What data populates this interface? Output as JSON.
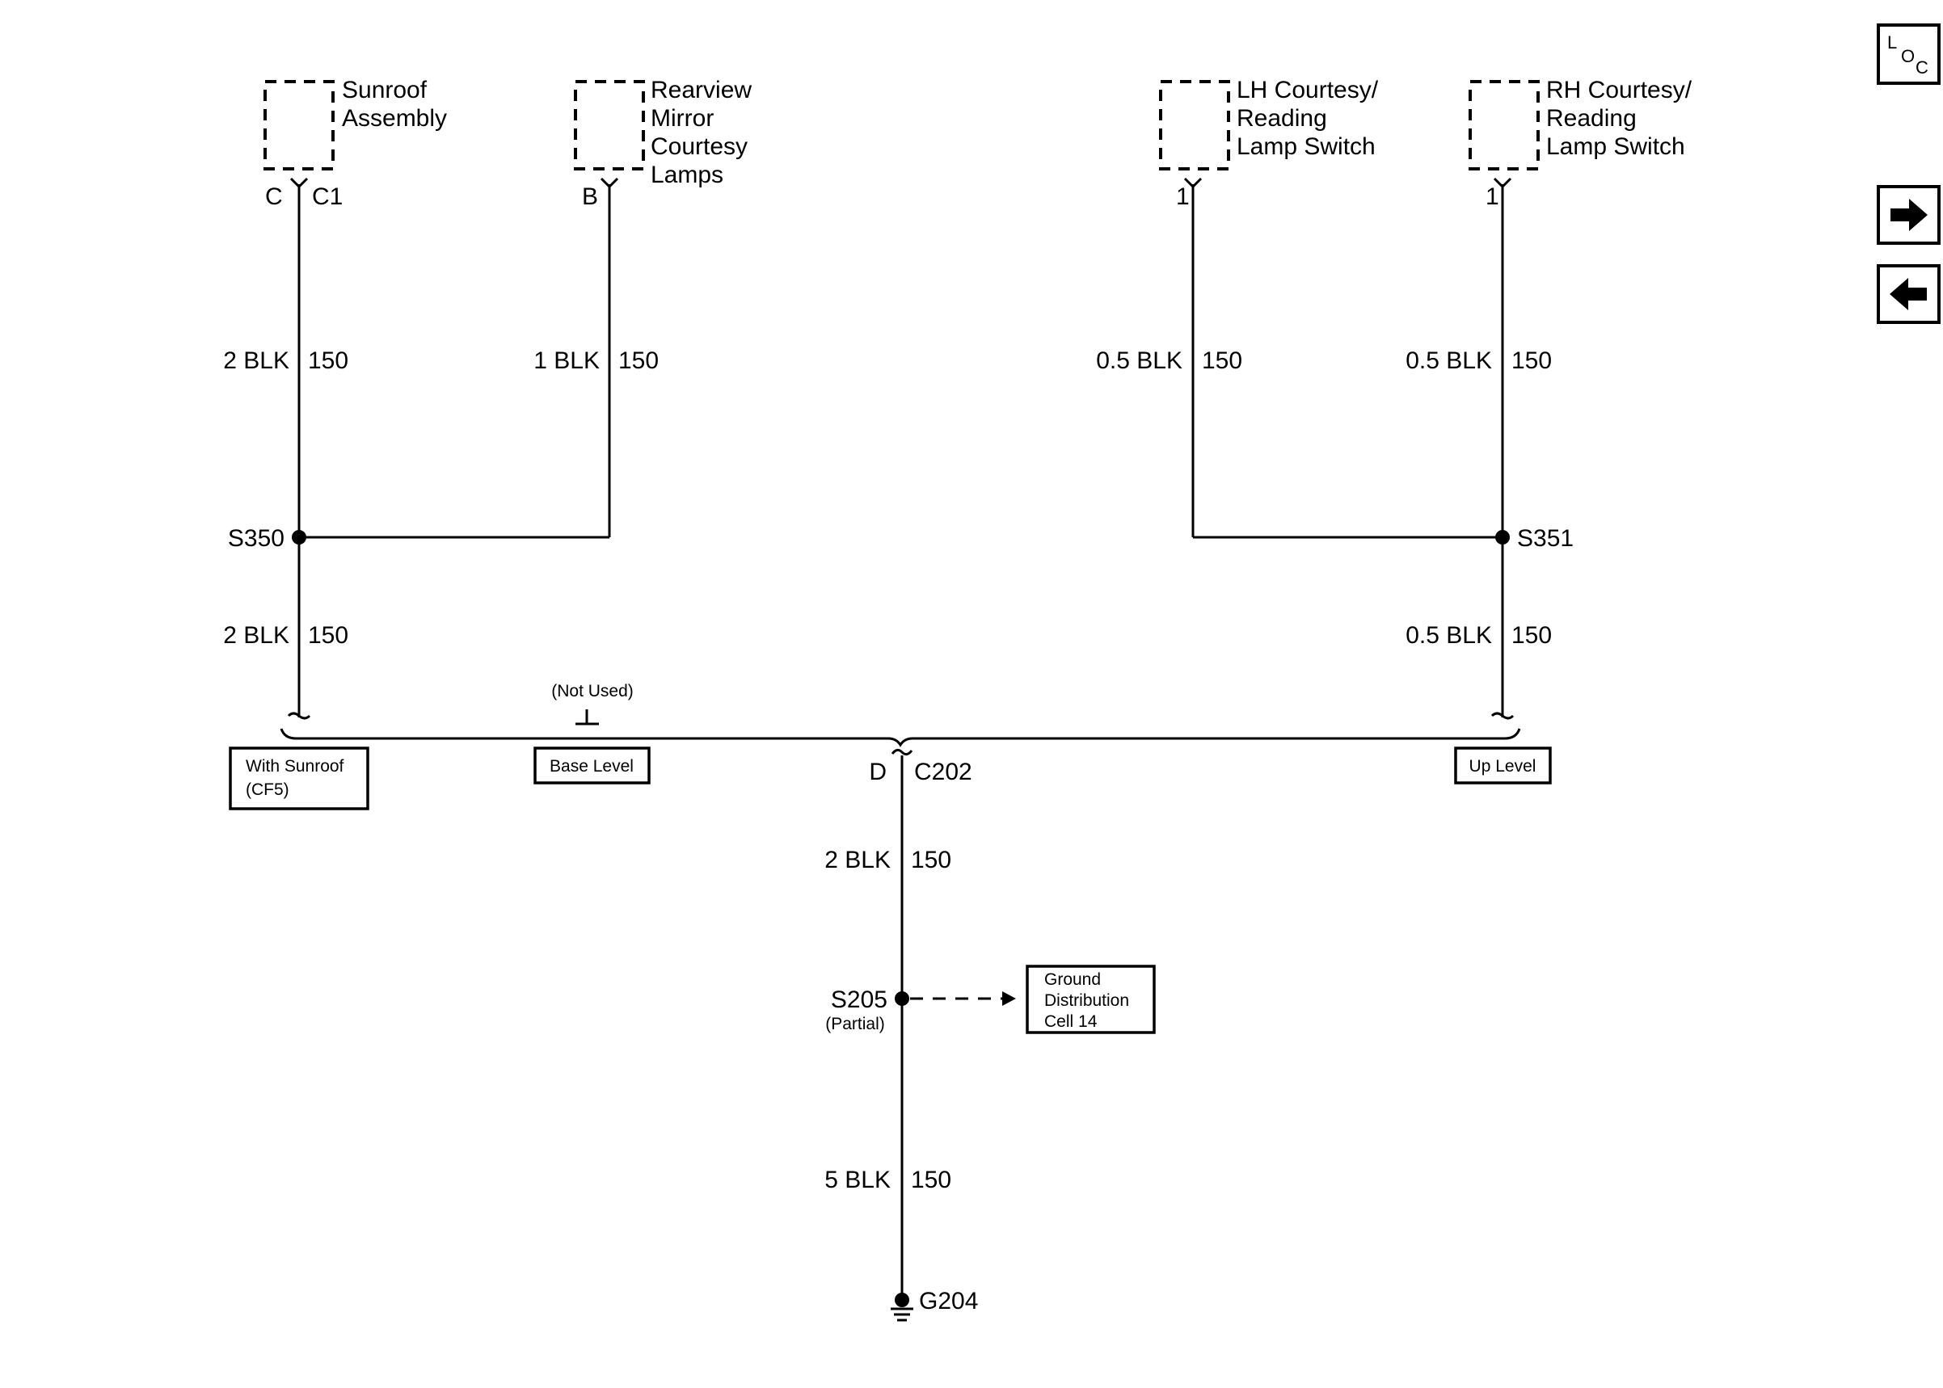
{
  "components": {
    "sunroof": {
      "name_lines": [
        "Sunroof",
        "Assembly"
      ],
      "pin": "C",
      "connector": "C1"
    },
    "mirror": {
      "name_lines": [
        "Rearview",
        "Mirror",
        "Courtesy",
        "Lamps"
      ],
      "pin": "B"
    },
    "lh_switch": {
      "name_lines": [
        "LH Courtesy/",
        "Reading",
        "Lamp Switch"
      ],
      "pin": "1"
    },
    "rh_switch": {
      "name_lines": [
        "RH Courtesy/",
        "Reading",
        "Lamp Switch"
      ],
      "pin": "1"
    }
  },
  "wires": {
    "sunroof_upper": {
      "size_color": "2 BLK",
      "circuit": "150"
    },
    "mirror": {
      "size_color": "1 BLK",
      "circuit": "150"
    },
    "lh": {
      "size_color": "0.5 BLK",
      "circuit": "150"
    },
    "rh_upper": {
      "size_color": "0.5 BLK",
      "circuit": "150"
    },
    "sunroof_lower": {
      "size_color": "2 BLK",
      "circuit": "150"
    },
    "rh_lower": {
      "size_color": "0.5 BLK",
      "circuit": "150"
    },
    "main": {
      "size_color": "2 BLK",
      "circuit": "150"
    },
    "ground": {
      "size_color": "5 BLK",
      "circuit": "150"
    }
  },
  "splices": {
    "s350": "S350",
    "s351": "S351",
    "s205": "S205",
    "s205_note": "(Partial)"
  },
  "connector_c202": {
    "pin": "D",
    "name": "C202"
  },
  "not_used": "(Not Used)",
  "options": {
    "with_sunroof_lines": [
      "With Sunroof",
      "(CF5)"
    ],
    "base_level": "Base Level",
    "up_level": "Up Level"
  },
  "ground_ref_lines": [
    "Ground",
    "Distribution",
    "Cell 14"
  ],
  "ground": "G204",
  "nav": {
    "loc_letters": [
      "L",
      "O",
      "C"
    ]
  }
}
